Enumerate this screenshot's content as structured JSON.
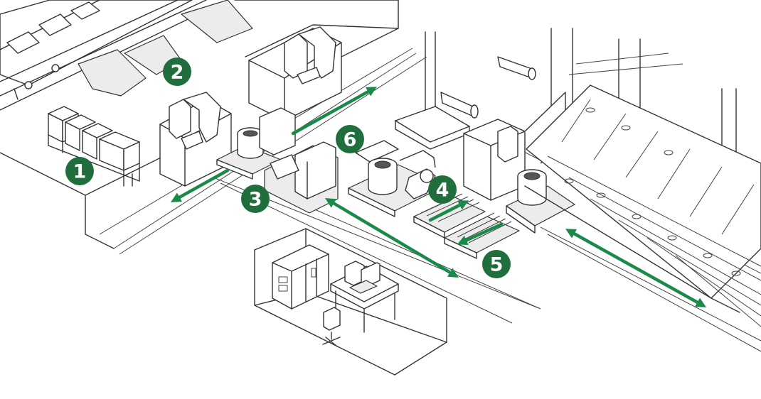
{
  "colors": {
    "accent": "#1a8a4a",
    "badge": "#1f6e3c",
    "line": "#333333",
    "background": "#ffffff"
  },
  "badges": [
    {
      "id": "1",
      "label": "1"
    },
    {
      "id": "2",
      "label": "2"
    },
    {
      "id": "3",
      "label": "3"
    },
    {
      "id": "4",
      "label": "4"
    },
    {
      "id": "5",
      "label": "5"
    },
    {
      "id": "6",
      "label": "6"
    }
  ],
  "icons": [
    "robot-arm-icon",
    "crucible-icon",
    "control-cabinet-icon",
    "computer-workstation-icon",
    "office-chair-icon",
    "conveyor-arrow-icon"
  ]
}
